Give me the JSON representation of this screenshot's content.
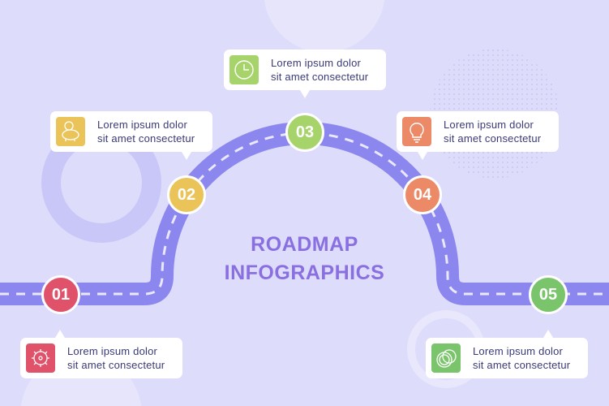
{
  "title": {
    "line1": "ROADMAP",
    "line2": "INFOGRAPHICS"
  },
  "steps": [
    {
      "number": "01",
      "text1": "Lorem  ipsum  dolor",
      "text2": "sit amet consectetur",
      "icon": "gear-icon",
      "color": "#e0516a"
    },
    {
      "number": "02",
      "text1": "Lorem  ipsum  dolor",
      "text2": "sit amet consectetur",
      "icon": "piggy-bank-icon",
      "color": "#ebc459"
    },
    {
      "number": "03",
      "text1": "Lorem  ipsum  dolor",
      "text2": "sit amet consectetur",
      "icon": "clock-icon",
      "color": "#a6d36a"
    },
    {
      "number": "04",
      "text1": "Lorem  ipsum  dolor",
      "text2": "sit amet consectetur",
      "icon": "lightbulb-icon",
      "color": "#ec8966"
    },
    {
      "number": "05",
      "text1": "Lorem  ipsum  dolor",
      "text2": "sit amet consectetur",
      "icon": "coins-icon",
      "color": "#7ac46c"
    }
  ],
  "colors": {
    "road": "#8c87ee",
    "background": "#dddcfb",
    "title": "#8a6fe0"
  }
}
